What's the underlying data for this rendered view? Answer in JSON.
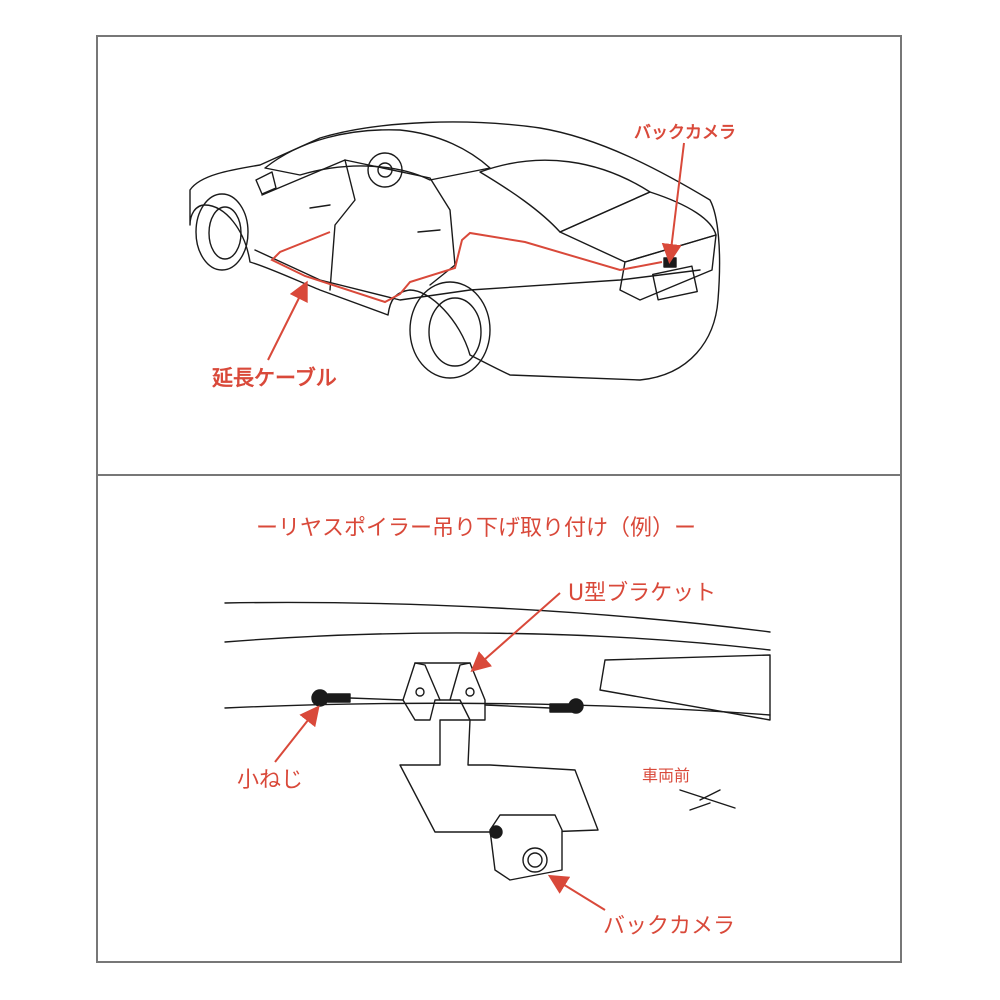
{
  "colors": {
    "accent": "#d9493a",
    "line": "#1a1a1a",
    "frame": "#777777"
  },
  "top_panel": {
    "camera_label": "バックカメラ",
    "cable_label": "延長ケーブル"
  },
  "bottom_panel": {
    "title": "ーリヤスポイラー吊り下げ取り付け（例）ー",
    "bracket_label": "U型ブラケット",
    "screw_label": "小ねじ",
    "direction_label": "車両前",
    "camera_label": "バックカメラ"
  }
}
